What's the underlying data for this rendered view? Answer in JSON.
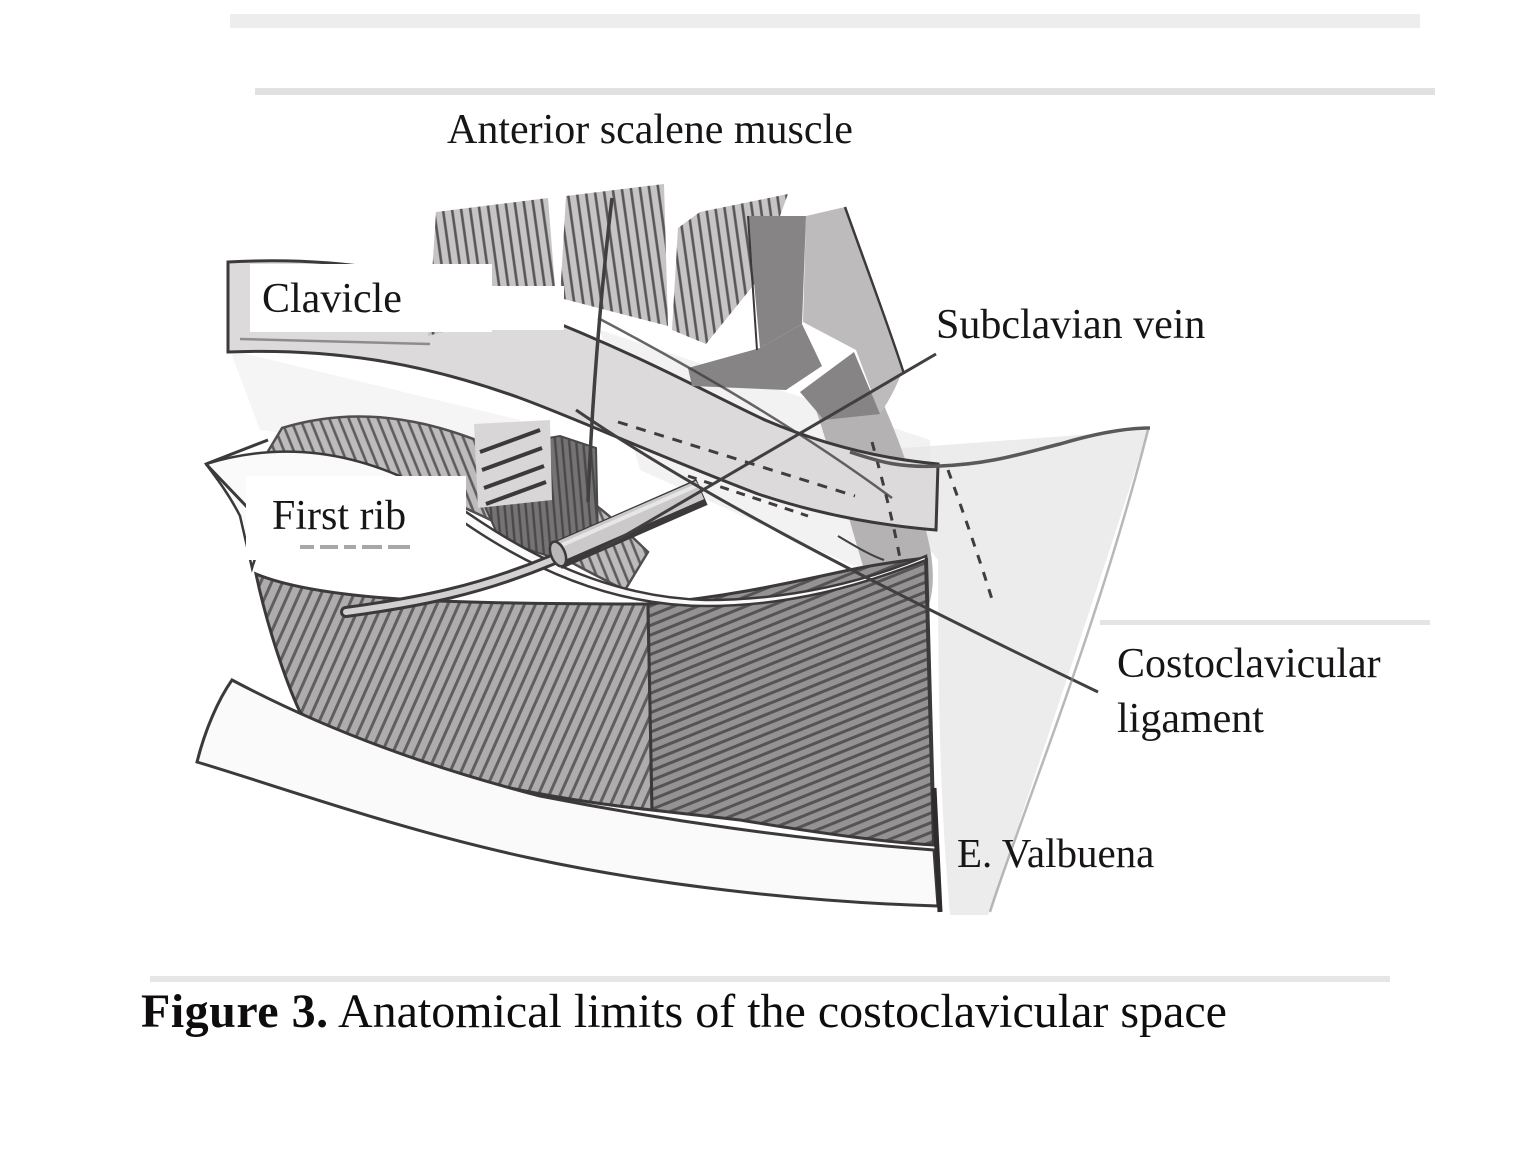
{
  "figure": {
    "labels": {
      "anterior_scalene": "Anterior scalene muscle",
      "clavicle": "Clavicle",
      "subclavian_vein": "Subclavian vein",
      "first_rib": "First rib",
      "costoclavicular_ligament": "Costoclavicular ligament",
      "signature": "E. Valbuena"
    },
    "caption": {
      "label": "Figure 3.",
      "text": "Anatomical limits of the costoclavicular space"
    },
    "colors": {
      "ink": "#3b393a",
      "text": "#171516",
      "bone": "#dcdada",
      "rib": "#fbfafa",
      "muscle-light": "#aeacac",
      "muscle-dark": "#949292",
      "vessel-dark": "#868485",
      "vessel-light": "#bdbbbb",
      "vein": "#b4b2b2",
      "wash": "#e7e5e5",
      "paper": "#ffffff"
    }
  }
}
